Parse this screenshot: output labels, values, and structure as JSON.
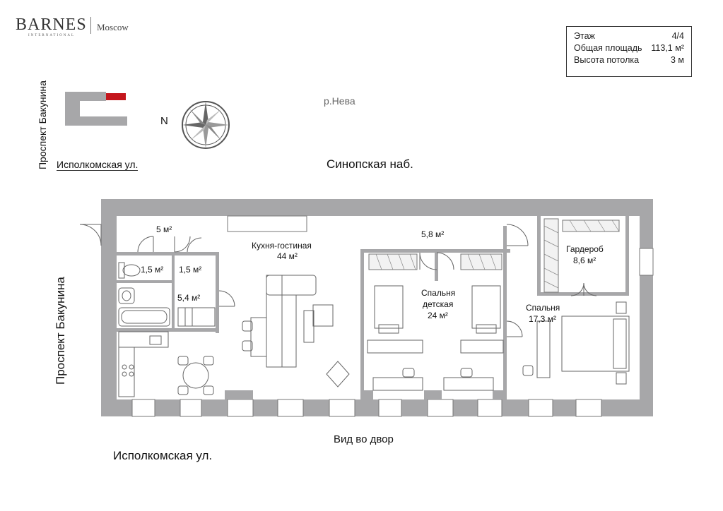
{
  "brand": {
    "name": "BARNES",
    "tagline": "INTERNATIONAL",
    "city": "Moscow"
  },
  "info": {
    "floor_label": "Этаж",
    "floor_value": "4/4",
    "area_label": "Общая площадь",
    "area_value": "113,1 м²",
    "height_label": "Высота потолка",
    "height_value": "3 м"
  },
  "location": {
    "street_top_vertical": "Проспект Бакунина",
    "street_top_horizontal": "Исполкомская ул.",
    "north": "N",
    "river": "р.Нева",
    "embankment": "Синопская наб.",
    "street_left": "Проспект Бакунина",
    "yard_view": "Вид во двор",
    "street_bottom": "Исполкомская ул."
  },
  "rooms": {
    "hall": "5 м²",
    "wc": "1,5 м²",
    "shower": "1,5 м²",
    "bathroom": "5,4 м²",
    "kitchen_name": "Кухня-гостиная",
    "kitchen_area": "44 м²",
    "corridor": "5,8 м²",
    "kids_name_1": "Спальня",
    "kids_name_2": "детская",
    "kids_area": "24 м²",
    "dressing_name": "Гардероб",
    "dressing_area": "8,6 м²",
    "bedroom_name": "Спальня",
    "bedroom_area": "17,3 м²"
  },
  "colors": {
    "wall": "#a7a7a9",
    "accent": "#c4161c",
    "line": "#555555"
  }
}
